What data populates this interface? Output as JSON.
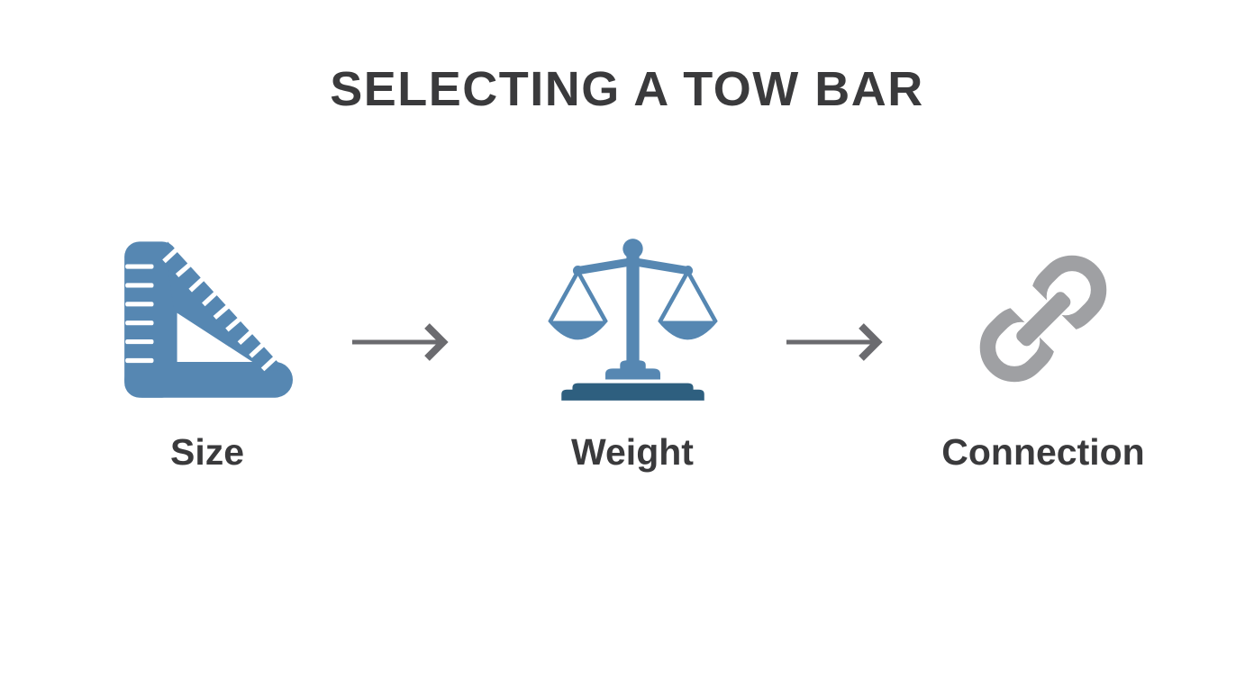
{
  "title": "SELECTING A TOW BAR",
  "steps": [
    {
      "label": "Size",
      "icon": "ruler-square-icon"
    },
    {
      "label": "Weight",
      "icon": "balance-scale-icon"
    },
    {
      "label": "Connection",
      "icon": "chain-link-icon"
    }
  ],
  "arrows": {
    "count": 2,
    "direction": "right"
  },
  "colors": {
    "background": "#ffffff",
    "text": "#3a3a3c",
    "icon_blue": "#5687b2",
    "icon_blue_dark": "#2e5f7f",
    "icon_gray": "#9fa0a3",
    "arrow_gray": "#6b6b6f",
    "tick_white": "#ffffff"
  }
}
